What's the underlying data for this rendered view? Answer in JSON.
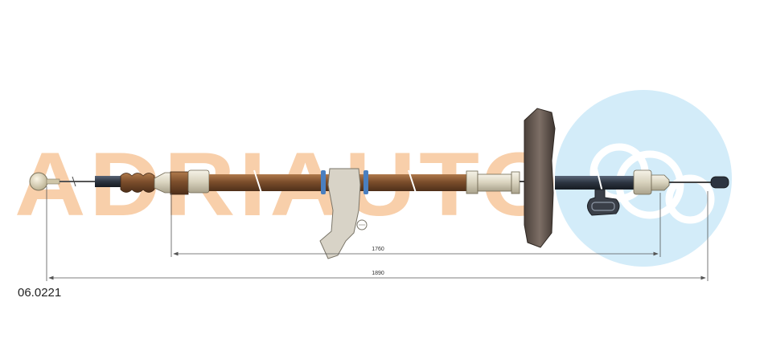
{
  "part_number": "06.0221",
  "dimensions": {
    "inner_length": "1760",
    "overall_length": "1890"
  },
  "watermark": {
    "text": "ADRIAUTO",
    "color": "#f7c9a0",
    "logo_color": "#cfeaf8"
  },
  "colors": {
    "cable_sheath": "#8a5a34",
    "cable_dark": "#2c3440",
    "fitting": "#e6e1d0",
    "bracket": "#d6d0c4",
    "grommet": "#6b5e57",
    "seal_blue": "#4a7fc0",
    "dimension_line": "#555555"
  }
}
